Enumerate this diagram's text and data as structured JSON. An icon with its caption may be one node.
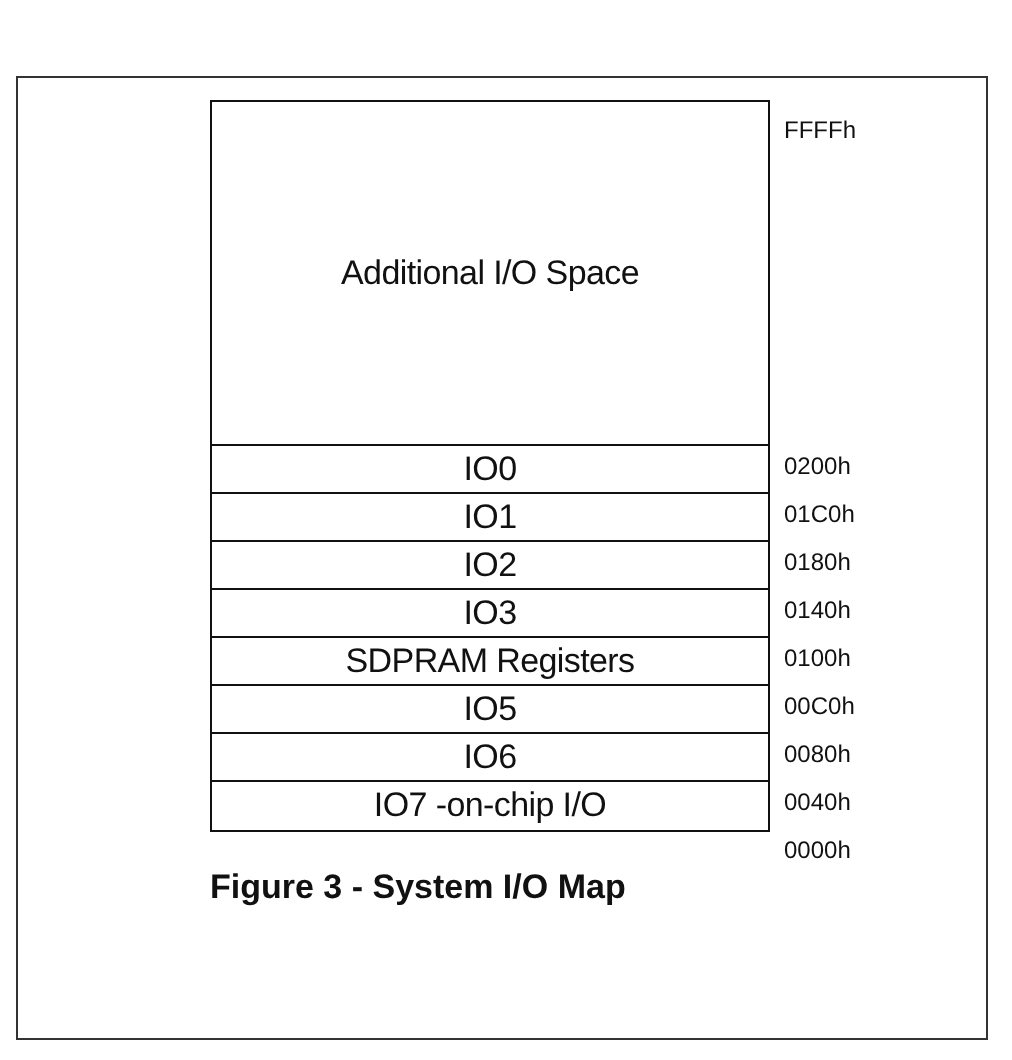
{
  "diagram": {
    "caption": "Figure 3 - System I/O Map",
    "nodes": [
      {
        "text": [
          "Additional I/O Space"
        ]
      },
      {
        "text": [
          "IO0"
        ]
      },
      {
        "text": [
          "IO1"
        ]
      },
      {
        "text": [
          "IO2"
        ]
      },
      {
        "text": [
          "IO3"
        ]
      },
      {
        "text": [
          "SDPRAM Registers"
        ]
      },
      {
        "text": [
          "IO5"
        ]
      },
      {
        "text": [
          "IO6"
        ]
      },
      {
        "text": [
          "IO7 -on-chip I/O"
        ]
      }
    ],
    "labels": [
      "FFFFh",
      "0200h",
      "01C0h",
      "0180h",
      "0140h",
      "0100h",
      "00C0h",
      "0080h",
      "0040h",
      "0000h"
    ]
  }
}
